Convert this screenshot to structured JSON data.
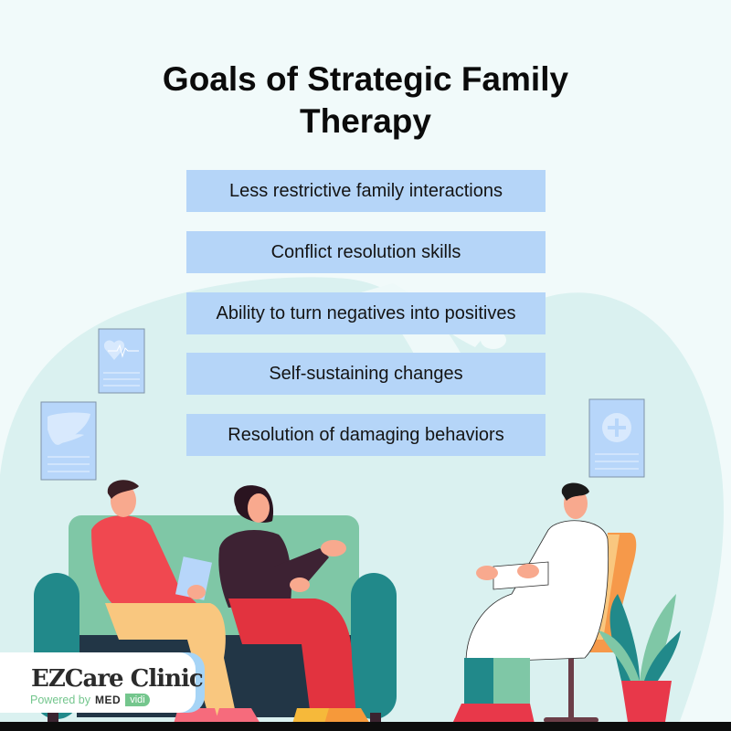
{
  "title": "Goals of Strategic Family Therapy",
  "title_lines": [
    "Goals of Strategic Family",
    "Therapy"
  ],
  "goals": [
    {
      "label": "Less restrictive family interactions"
    },
    {
      "label": "Conflict resolution skills"
    },
    {
      "label": "Ability to turn negatives into positives"
    },
    {
      "label": "Self-sustaining changes"
    },
    {
      "label": "Resolution of damaging behaviors"
    }
  ],
  "illustration": {
    "documents": [
      "heart-rate-document-icon",
      "liver-document-icon",
      "medical-cross-document-icon"
    ],
    "people": [
      "man-in-red-sweater",
      "woman-in-purple-sweater",
      "therapist-in-white-coat"
    ],
    "furniture": [
      "green-sofa",
      "orange-chair",
      "potted-plant"
    ]
  },
  "branding": {
    "logo_text": "EZCare Clinic",
    "powered_by": "Powered by",
    "partner_part1": "MED",
    "partner_part2": "vidi"
  },
  "colors": {
    "background": "#f1fafa",
    "blob": "#daf1f0",
    "goal_box": "#b5d5f8",
    "document": "#b7d6fa",
    "sofa_back": "#7fc7a6",
    "sofa_arm": "#21898a",
    "sofa_seat": "#223646",
    "red_sweater": "#f04850",
    "purple_sweater": "#3d2233",
    "pants_yellow": "#f9c77f",
    "pants_red": "#e2333f",
    "chair": "#f6994a",
    "plant_pot": "#e8384a",
    "brand_green": "#74c68d"
  }
}
